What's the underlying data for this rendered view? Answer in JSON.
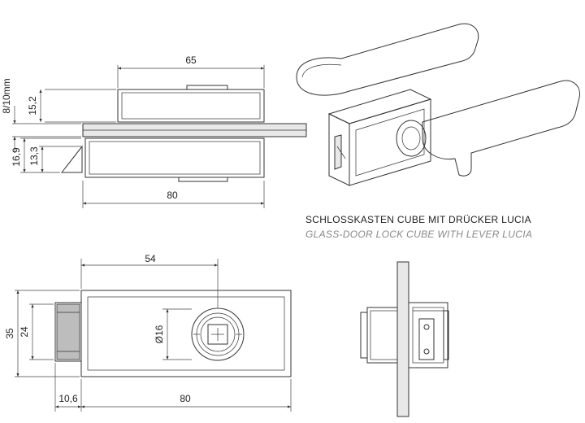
{
  "title": {
    "de": "SCHLOSSKASTEN CUBE MIT DRÜCKER LUCIA",
    "en": "GLASS-DOOR LOCK CUBE WITH LEVER LUCIA"
  },
  "dimensions": {
    "top_width": "65",
    "top_height": "15,2",
    "glass_thickness": "8/10mm",
    "latch_16_9": "16,9",
    "latch_13_3": "13,3",
    "side_width": "80",
    "front_54": "54",
    "front_height_35": "35",
    "front_height_24": "24",
    "handle_dia": "Ø16",
    "front_width_80": "80",
    "latch_10_6": "10,6"
  }
}
